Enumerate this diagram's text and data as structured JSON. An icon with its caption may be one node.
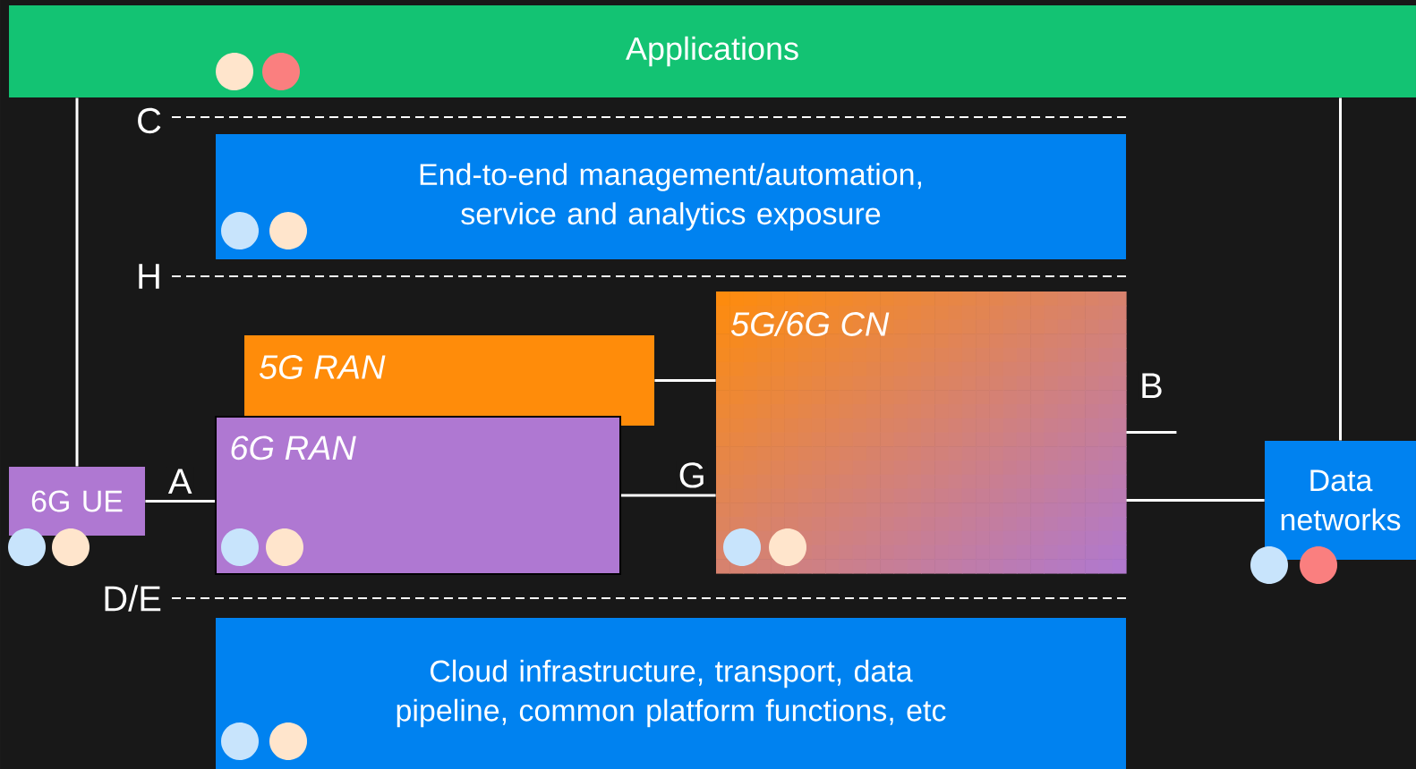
{
  "diagram": {
    "nodes": [
      {
        "text": [
          "Applications"
        ]
      },
      {
        "text": [
          "End-to-end management/automation, service and analytics exposure"
        ]
      },
      {
        "text": [
          "5G RAN"
        ]
      },
      {
        "text": [
          "6G RAN"
        ]
      },
      {
        "text": [
          "5G/6G CN"
        ]
      },
      {
        "text": [
          "6G UE"
        ]
      },
      {
        "text": [
          "Data networks"
        ]
      },
      {
        "text": [
          "Cloud infrastructure, transport, data pipeline, common platform functions, etc"
        ]
      }
    ],
    "edges": [
      {
        "from": 5,
        "to": 3,
        "arrow": "none",
        "label": "A"
      },
      {
        "from": 3,
        "to": 4,
        "arrow": "none",
        "label": "G"
      },
      {
        "from": 2,
        "to": 4,
        "arrow": "none"
      },
      {
        "from": 4,
        "to": null,
        "arrow": "none",
        "label": "B"
      },
      {
        "from": 4,
        "to": 6,
        "arrow": "none"
      },
      {
        "from": 5,
        "to": 0,
        "arrow": "none"
      },
      {
        "from": 6,
        "to": 0,
        "arrow": "none"
      }
    ],
    "labels": [
      "C",
      "H",
      "D/E"
    ]
  }
}
